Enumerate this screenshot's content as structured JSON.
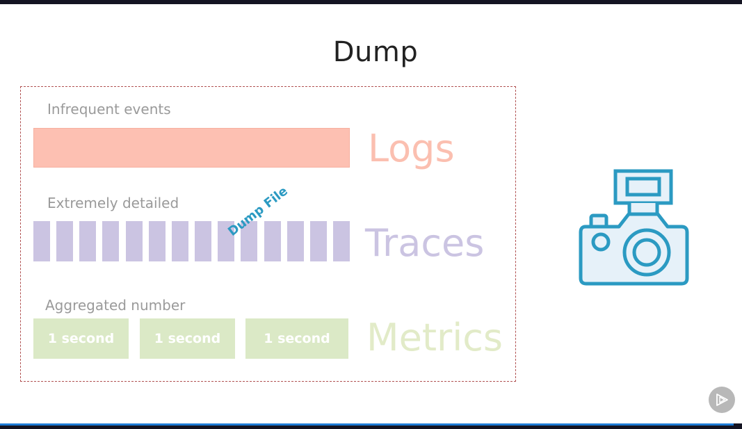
{
  "slide": {
    "title": "Dump"
  },
  "sections": {
    "logs": {
      "caption": "Infrequent events",
      "label": "Logs",
      "color": "#fdc0b2"
    },
    "traces": {
      "caption": "Extremely detailed",
      "label": "Traces",
      "color": "#cbc4e2",
      "bar_count": 14,
      "overlay_text": "Dump File",
      "overlay_color": "#2b9ac2"
    },
    "metrics": {
      "caption": "Aggregated number",
      "label": "Metrics",
      "color": "#dbe9c6",
      "boxes": [
        "1 second",
        "1 second",
        "1 second"
      ]
    }
  },
  "icons": {
    "camera": "camera-icon",
    "camera_color": "#2b9ac2",
    "player": "play-icon"
  }
}
